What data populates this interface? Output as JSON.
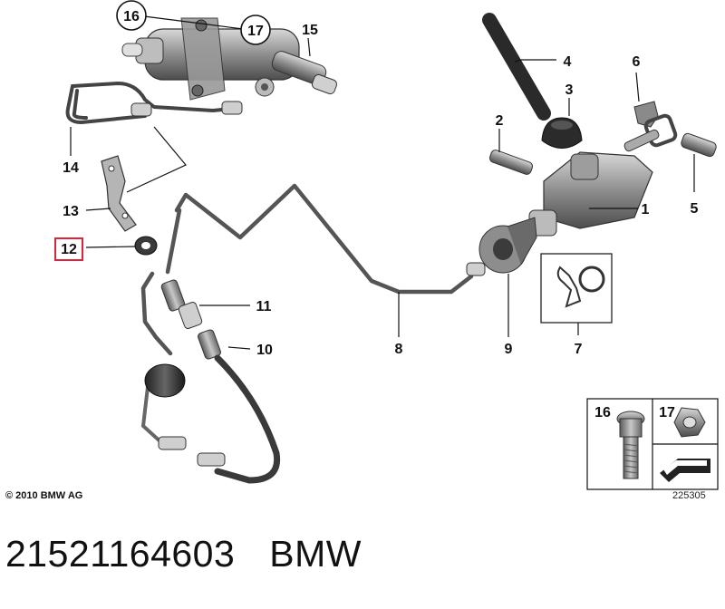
{
  "callouts": {
    "c1": "1",
    "c2": "2",
    "c3": "3",
    "c4": "4",
    "c5": "5",
    "c6": "6",
    "c7": "7",
    "c8": "8",
    "c9": "9",
    "c10": "10",
    "c11": "11",
    "c12": "12",
    "c13": "13",
    "c14": "14",
    "c15": "15",
    "c16": "16",
    "c17": "17"
  },
  "inset": {
    "label_left": "16",
    "label_right": "17"
  },
  "highlighted_callout": "12",
  "colors": {
    "highlight": "#d6283a",
    "line": "#111111",
    "part_gray": "#8a8a8a"
  },
  "copyright": "© 2010 BMW AG",
  "diagram_id": "225305",
  "footer": {
    "part_number": "21521164603",
    "brand": "BMW"
  }
}
